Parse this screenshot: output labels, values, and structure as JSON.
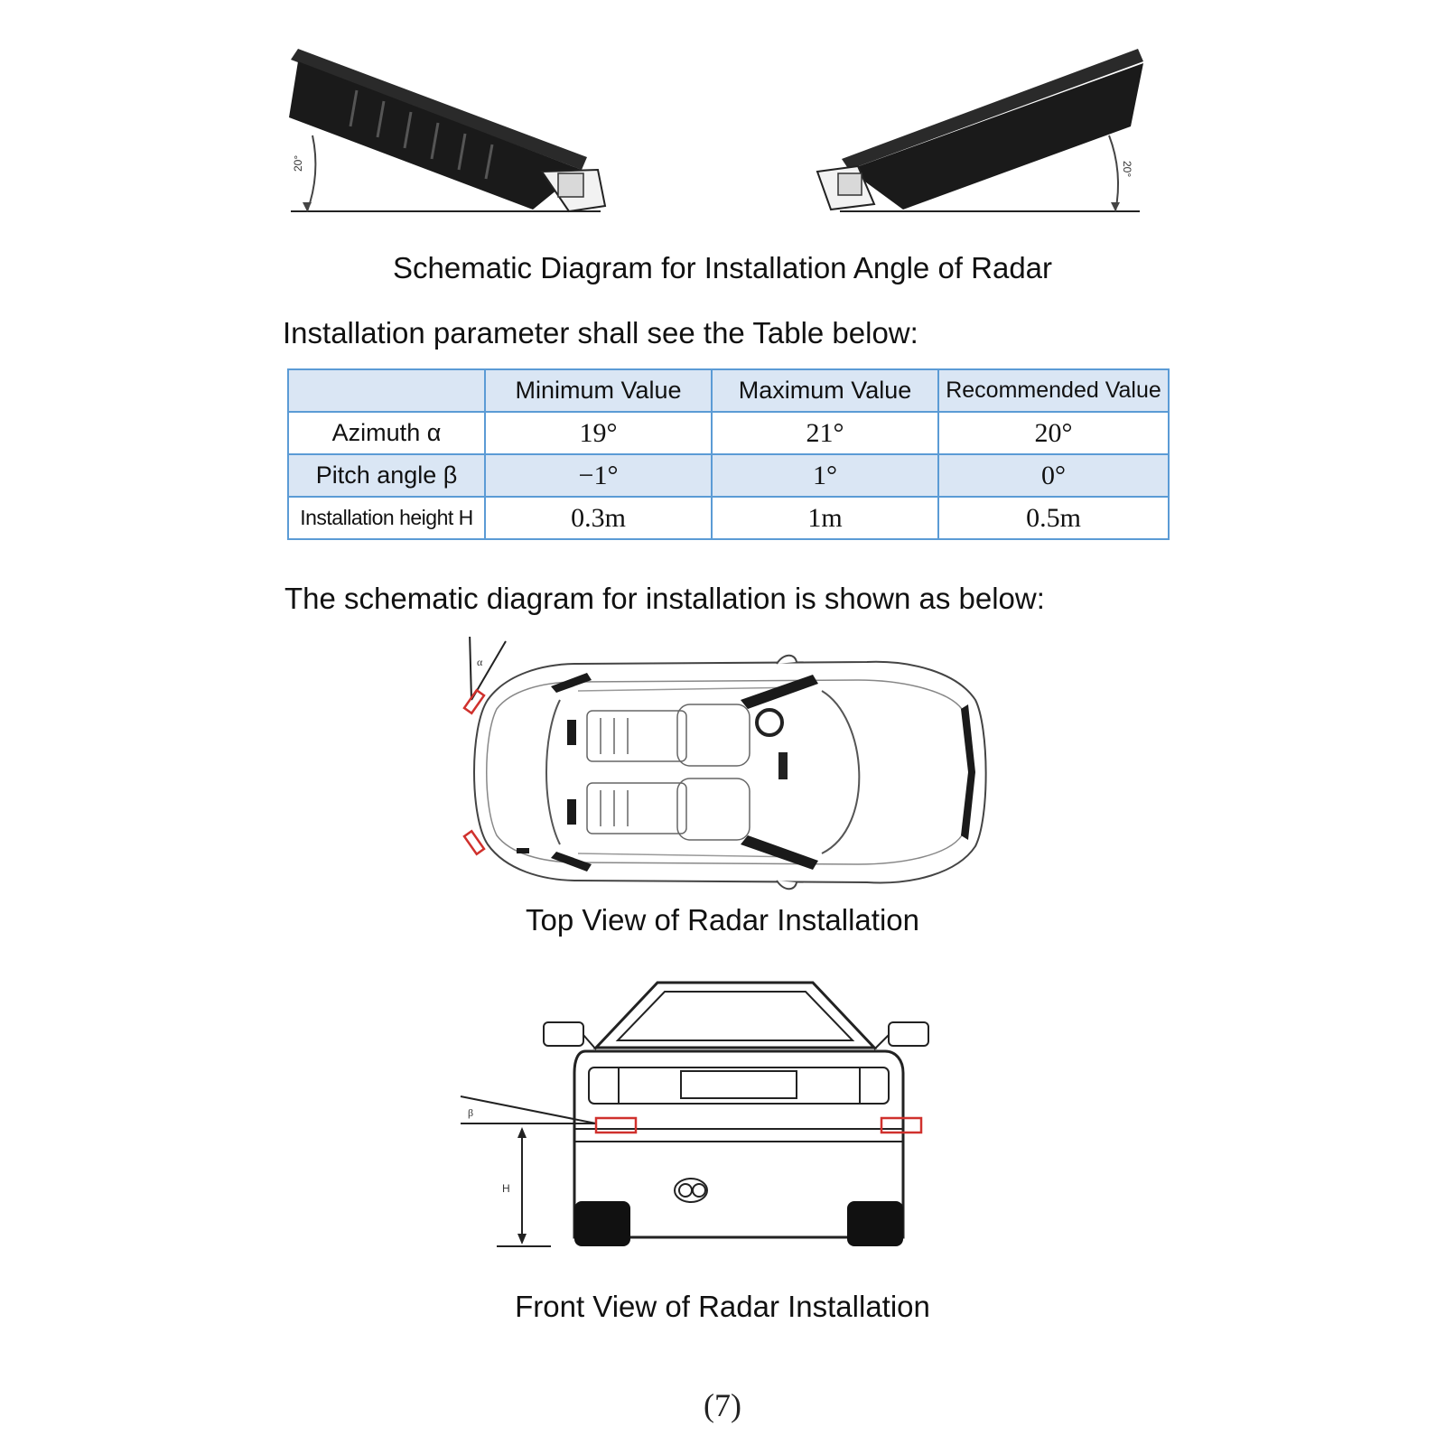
{
  "radar_angle_figure": {
    "left_angle_label": "20°",
    "right_angle_label": "20°",
    "caption": "Schematic Diagram for Installation Angle of Radar"
  },
  "intro_text": "Installation parameter shall see the Table below:",
  "param_table": {
    "headers": [
      "",
      "Minimum Value",
      "Maximum Value",
      "Recommended Value"
    ],
    "rows": [
      {
        "name": "Azimuth α",
        "min": "19°",
        "max": "21°",
        "rec": "20°"
      },
      {
        "name": "Pitch angle β",
        "min": "−1°",
        "max": "1°",
        "rec": "0°"
      },
      {
        "name": "Installation height H",
        "min": "0.3m",
        "max": "1m",
        "rec": "0.5m"
      }
    ]
  },
  "diagram_intro": "The schematic diagram for installation is shown as below:",
  "top_view": {
    "angle_label": "α",
    "caption": "Top View of Radar Installation"
  },
  "front_view": {
    "pitch_label": "β",
    "height_label": "H",
    "caption": "Front View of Radar Installation"
  },
  "page_number": "(7)",
  "colors": {
    "table_border": "#5b9bd5",
    "table_shade": "#dae6f4",
    "radar_marker": "#d0312d",
    "device_body": "#1a1a1a"
  }
}
